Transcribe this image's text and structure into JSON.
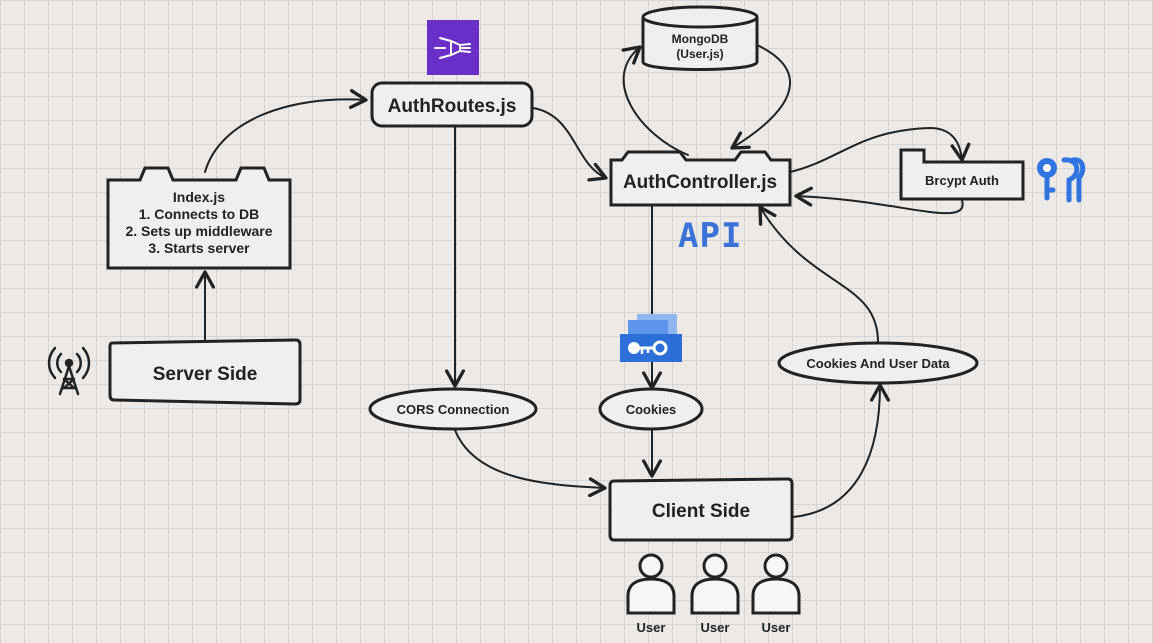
{
  "nodes": {
    "auth_routes": "AuthRoutes.js",
    "auth_controller": "AuthController.js",
    "index": {
      "title": "Index.js",
      "lines": [
        "1. Connects to DB",
        "2. Sets up middleware",
        "3. Starts server"
      ]
    },
    "mongodb": {
      "line1": "MongoDB",
      "line2": "(User.js)"
    },
    "bcrypt": "Brcypt Auth",
    "server_side": "Server Side",
    "client_side": "Client Side",
    "cors": "CORS Connection",
    "cookies": "Cookies",
    "cookies_user_data": "Cookies And User Data",
    "api": "API"
  },
  "users": [
    "User",
    "User",
    "User"
  ],
  "icons": {
    "auth_routes": "router-icon",
    "bcrypt": "keys-icon",
    "cookies": "key-vault-icon",
    "server": "radio-tower-icon",
    "api": "api-icon",
    "user": "user-icon"
  },
  "colors": {
    "background": "#ece9e6",
    "ink": "#222222",
    "router_purple": "#6b2fc9",
    "key_blue": "#2f74e0"
  }
}
